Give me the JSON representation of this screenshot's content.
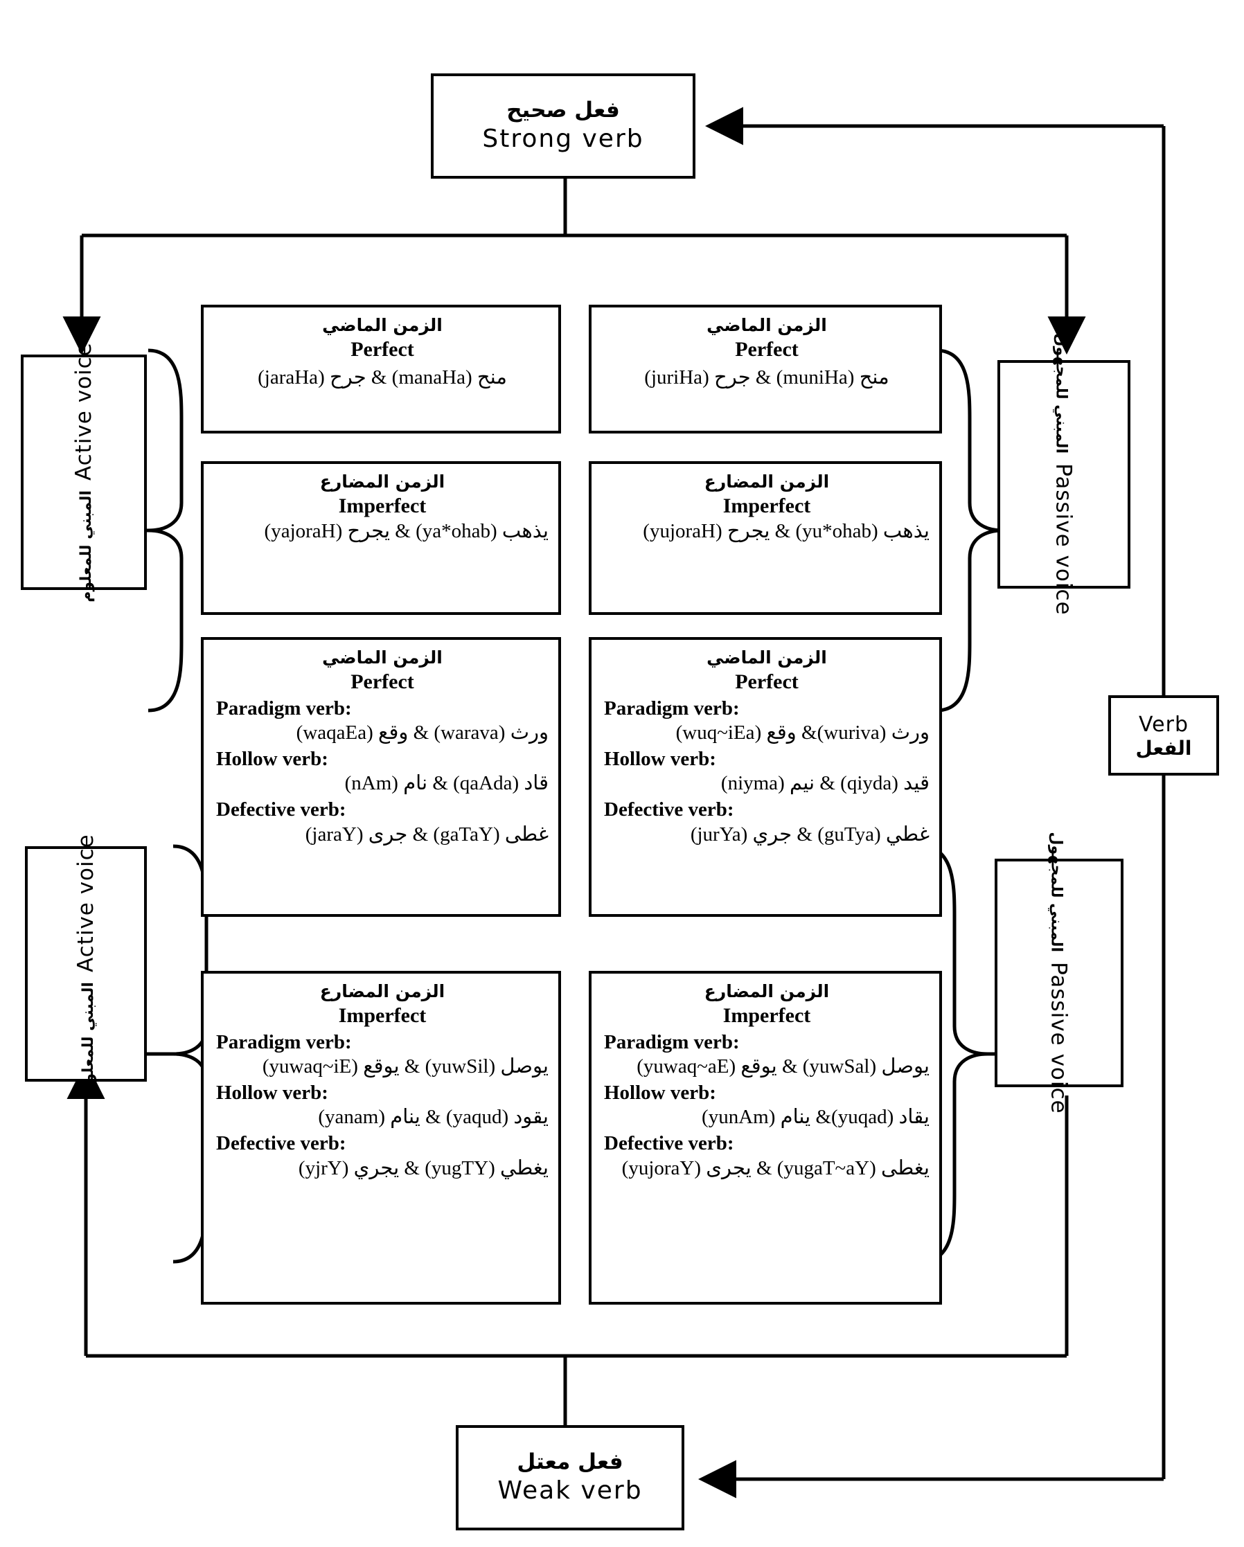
{
  "diagram": {
    "title_nodes": {
      "strong_verb": {
        "ar": "فعل صحيح",
        "en": "Strong verb"
      },
      "weak_verb": {
        "ar": "فعل معتل",
        "en": "Weak verb"
      },
      "verb_root": {
        "en": "Verb",
        "ar": "الفعل"
      }
    },
    "voices": {
      "active": {
        "ar": "المبني للمعلوم",
        "en": "Active voice"
      },
      "passive": {
        "ar": "المبني للمجهول",
        "en": "Passive voice"
      }
    },
    "tense_headers": {
      "perfect": {
        "ar": "الزمن الماضي",
        "en": "Perfect"
      },
      "imperfect": {
        "ar": "الزمن المضارع",
        "en": "Imperfect"
      }
    },
    "verb_type_labels": {
      "paradigm": "Paradigm verb:",
      "hollow": "Hollow verb:",
      "defective": "Defective verb:"
    },
    "cells": {
      "strong_active_perfect": {
        "example": "منح (manaHa) & جرح (jaraHa)"
      },
      "strong_passive_perfect": {
        "example": "منح (muniHa) & جرح (juriHa)"
      },
      "strong_active_imperfect": {
        "example": "يذهب (ya*ohab) & يجرح (yajoraH)"
      },
      "strong_passive_imperfect": {
        "example": "يذهب (yu*ohab) & يجرح (yujoraH)"
      },
      "weak_active_perfect": {
        "paradigm": "ورث (warava) & وقع (waqaEa)",
        "hollow": "قاد (qaAda) & نام (nAm)",
        "defective": "غطى  (gaTaY) & جرى (jaraY)"
      },
      "weak_passive_perfect": {
        "paradigm": "ورث (wuriva)& وقع (wuq~iEa)",
        "hollow": "قيد (qiyda) & نيم (niyma)",
        "defective": "غطي (guTya) & جري  (jurYa)"
      },
      "weak_active_imperfect": {
        "paradigm": " يوصل (yuwSil) & يوقع (yuwaq~iE)",
        "hollow": "يقود  (yaqud) & ينام (yanam)",
        "defective": "يغطي  (yugTY) & يجري (yjrY)"
      },
      "weak_passive_imperfect": {
        "paradigm": "يوصل (yuwSal) & يوقع (yuwaq~aE)",
        "hollow": "يقاد (yuqad)& ينام  (yunAm)",
        "defective": "يغطى  (yugaT~aY) & يجرى (yujoraY)"
      }
    },
    "colors": {
      "line": "#000000",
      "background": "#ffffff"
    }
  }
}
